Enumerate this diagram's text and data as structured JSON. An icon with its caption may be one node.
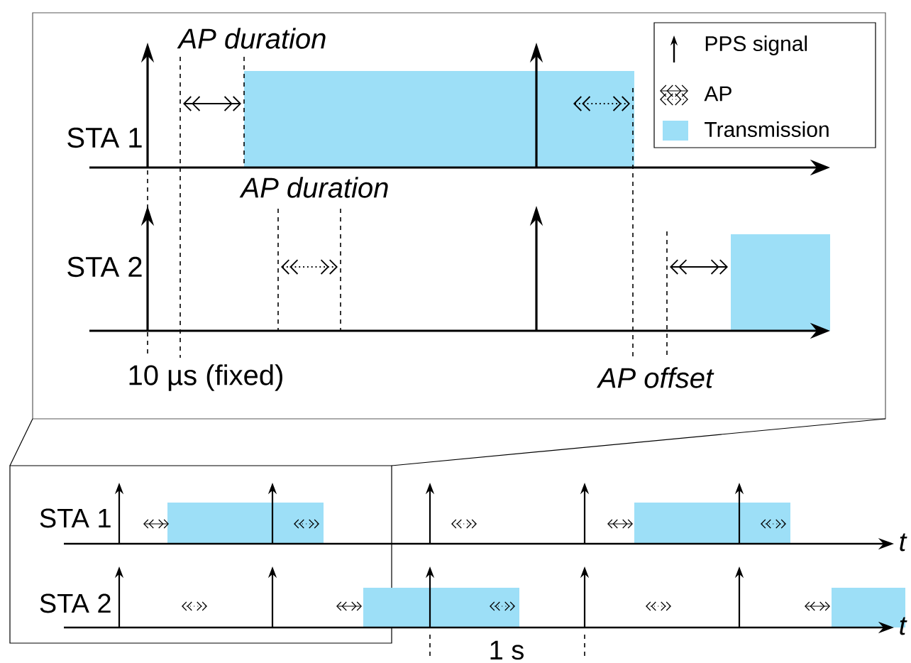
{
  "diagram": {
    "labels": [
      "AP duration",
      "STA 1",
      "AP duration",
      "STA 2",
      "10 µs (fixed)",
      "AP offset",
      "STA 1",
      "t",
      "STA 2",
      "t",
      "1 s"
    ],
    "legend": [
      {
        "text": "PPS signal"
      },
      {
        "text": "AP"
      },
      {
        "text": "Transmission",
        "color": "#9ddff7"
      }
    ]
  }
}
